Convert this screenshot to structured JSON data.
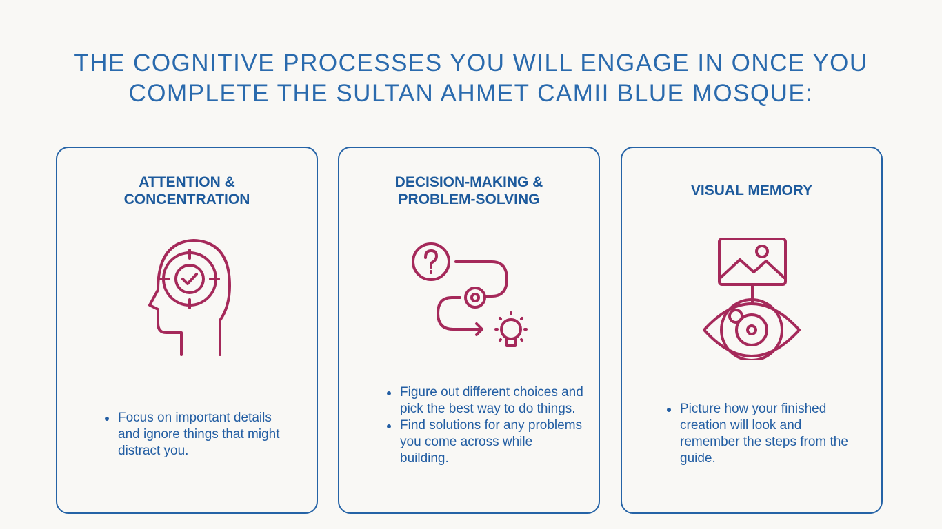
{
  "title": {
    "line1": "THE COGNITIVE PROCESSES YOU WILL ENGAGE IN ONCE YOU",
    "line2": "COMPLETE THE SULTAN AHMET CAMII BLUE MOSQUE:"
  },
  "cards": [
    {
      "heading1": "ATTENTION &",
      "heading2": "CONCENTRATION",
      "icon": "head-target-check-icon",
      "bullets": [
        "Focus on important details and ignore things that might distract you."
      ]
    },
    {
      "heading1": "DECISION-MAKING &",
      "heading2": "PROBLEM-SOLVING",
      "icon": "question-gear-lightbulb-icon",
      "bullets": [
        "Figure out different choices and pick the best way to do things.",
        "Find solutions for any problems you come across while building."
      ]
    },
    {
      "heading1": "VISUAL MEMORY",
      "icon": "image-eye-icon",
      "bullets": [
        "Picture how your finished creation will look and remember the steps from the guide."
      ]
    }
  ],
  "colors": {
    "title": "#2a6aad",
    "border": "#2563a6",
    "icon": "#a5295a",
    "background": "#f9f8f5"
  }
}
